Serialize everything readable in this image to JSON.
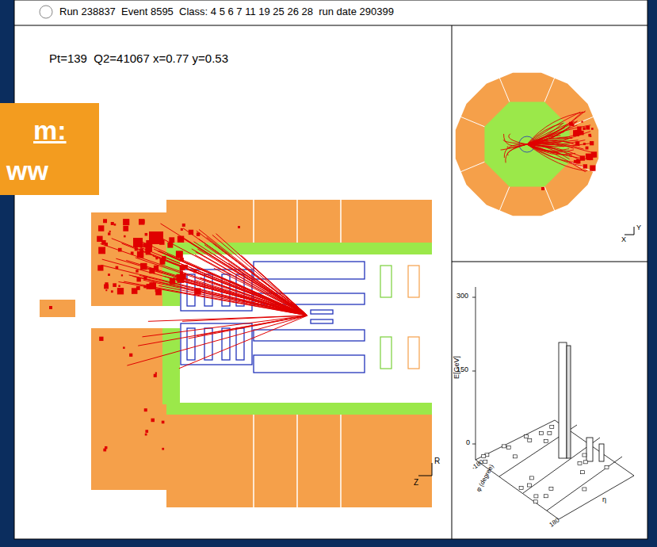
{
  "diagram": {
    "nodes": [
      {
        "text": [
          "m:",
          "ww"
        ]
      }
    ],
    "labels": [
      "Run 238837  Event 8595  Class: 4 5 6 7 11 19 25 26 28  run date 290399",
      "Pt=139  Q2=41067 x=0.77 y=0.53",
      "Z",
      "R",
      "X",
      "Y",
      "300",
      "150",
      "0",
      "E[GeV]",
      "φ (degree)",
      "η",
      "-180",
      "180"
    ]
  }
}
